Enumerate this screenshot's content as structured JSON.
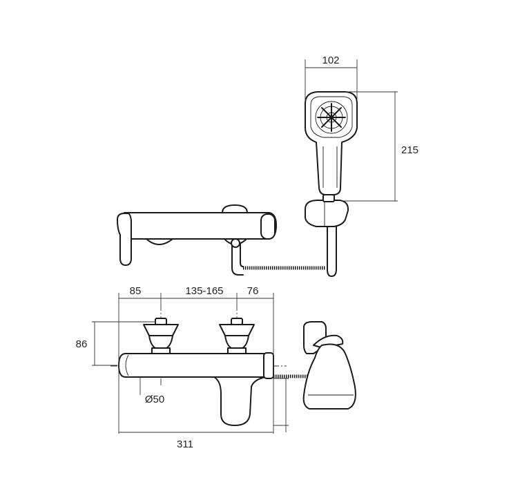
{
  "dimensions": {
    "handshower_width": "102",
    "handshower_height": "215",
    "left_offset": "85",
    "centers": "135-165",
    "right_offset": "76",
    "height": "86",
    "body_diameter": "Ø50",
    "overall_length": "311"
  }
}
